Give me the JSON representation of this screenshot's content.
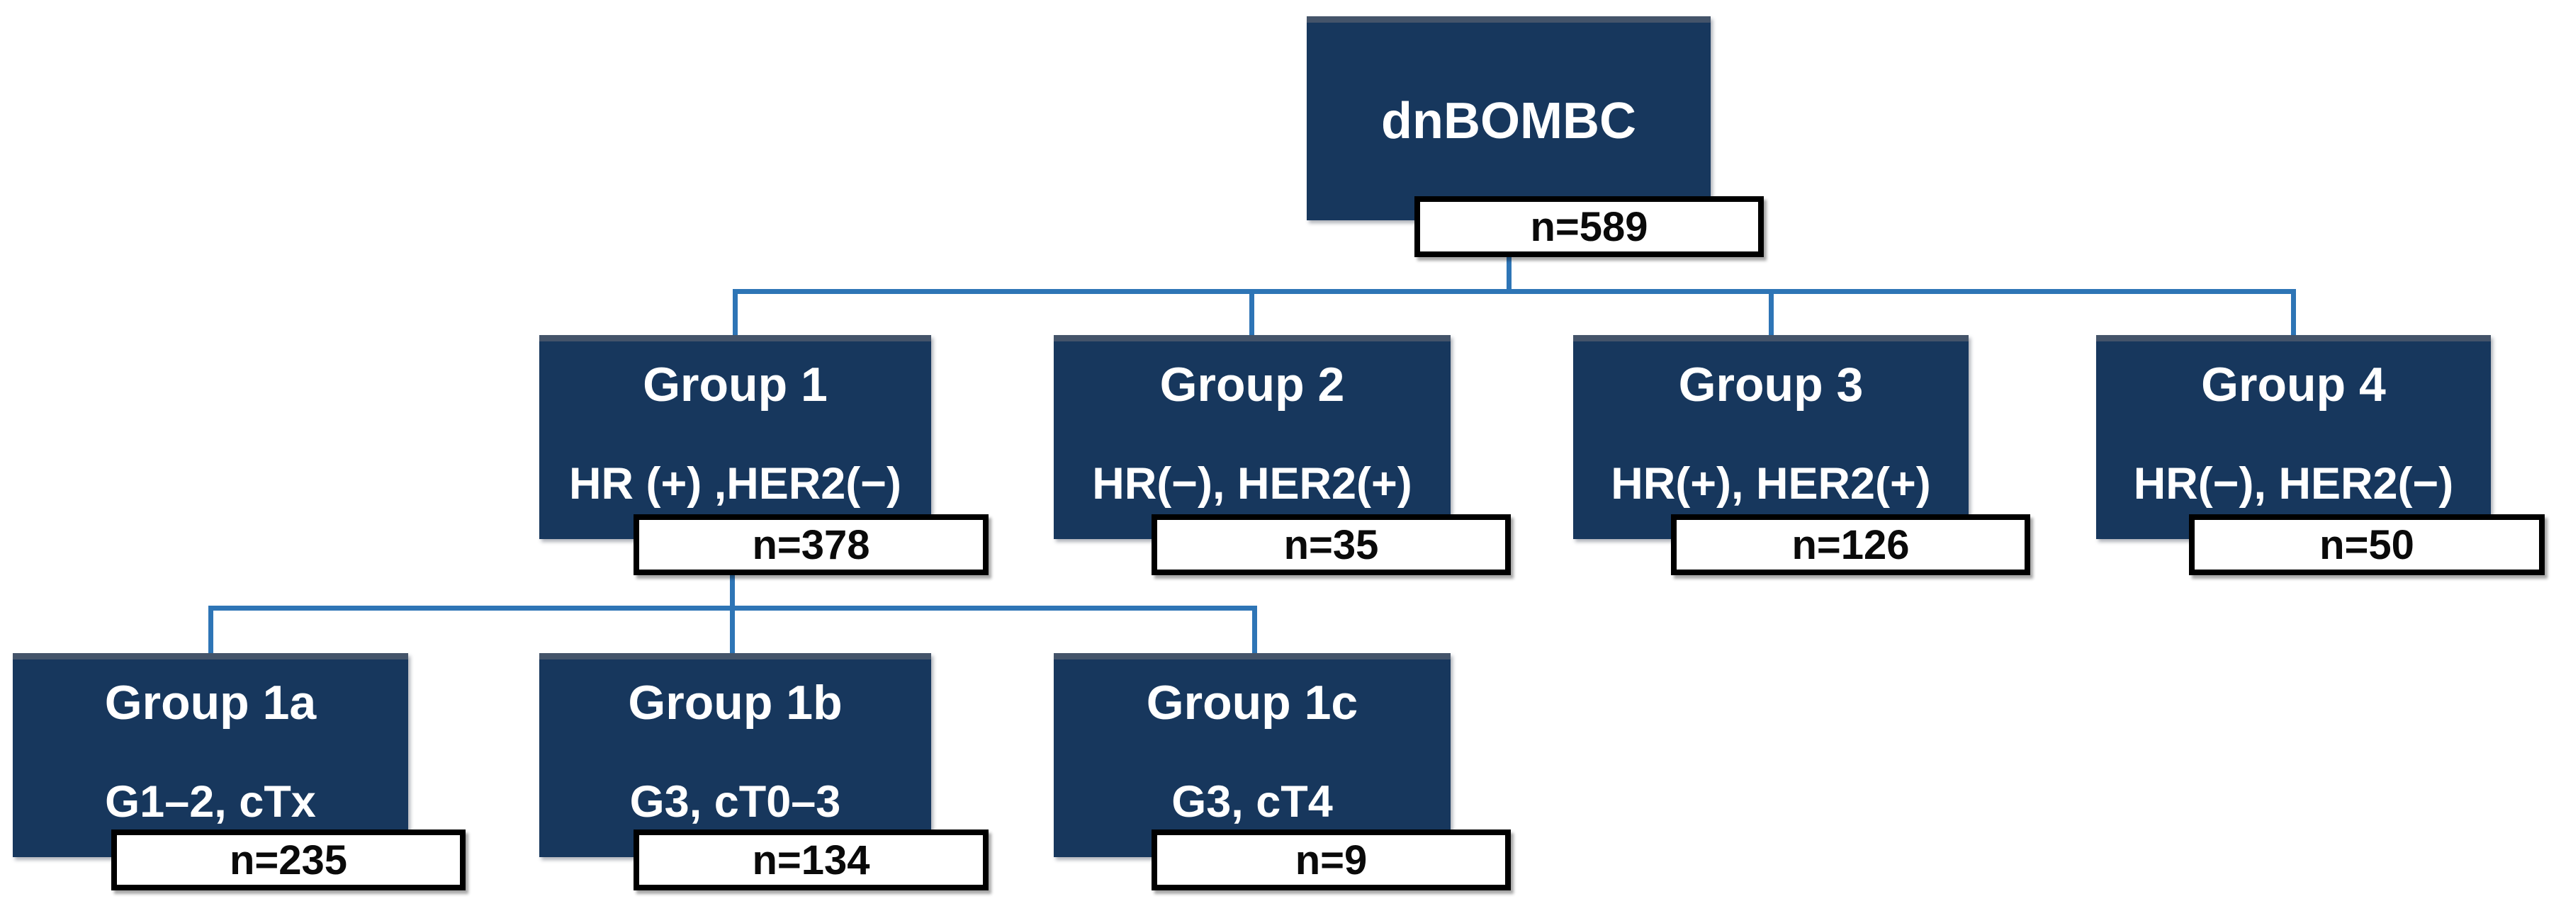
{
  "diagram": {
    "title_node": {
      "label": "dnBOMBC",
      "count": "n=589"
    },
    "groups": [
      {
        "label": "Group 1",
        "subtitle": "HR (+) ,HER2(−)",
        "count": "n=378"
      },
      {
        "label": "Group 2",
        "subtitle": "HR(−), HER2(+)",
        "count": "n=35"
      },
      {
        "label": "Group 3",
        "subtitle": "HR(+), HER2(+)",
        "count": "n=126"
      },
      {
        "label": "Group 4",
        "subtitle": "HR(−), HER2(−)",
        "count": "n=50"
      }
    ],
    "subgroups": [
      {
        "label": "Group 1a",
        "subtitle": "G1–2, cTx",
        "count": "n=235"
      },
      {
        "label": "Group 1b",
        "subtitle": "G3, cT0–3",
        "count": "n=134"
      },
      {
        "label": "Group 1c",
        "subtitle": "G3, cT4",
        "count": "n=9"
      }
    ],
    "colors": {
      "box_fill": "#17375D",
      "box_top_edge": "#44546A",
      "connector": "#2E75B6",
      "count_bg": "#FFFFFF",
      "count_border": "#000000"
    }
  }
}
